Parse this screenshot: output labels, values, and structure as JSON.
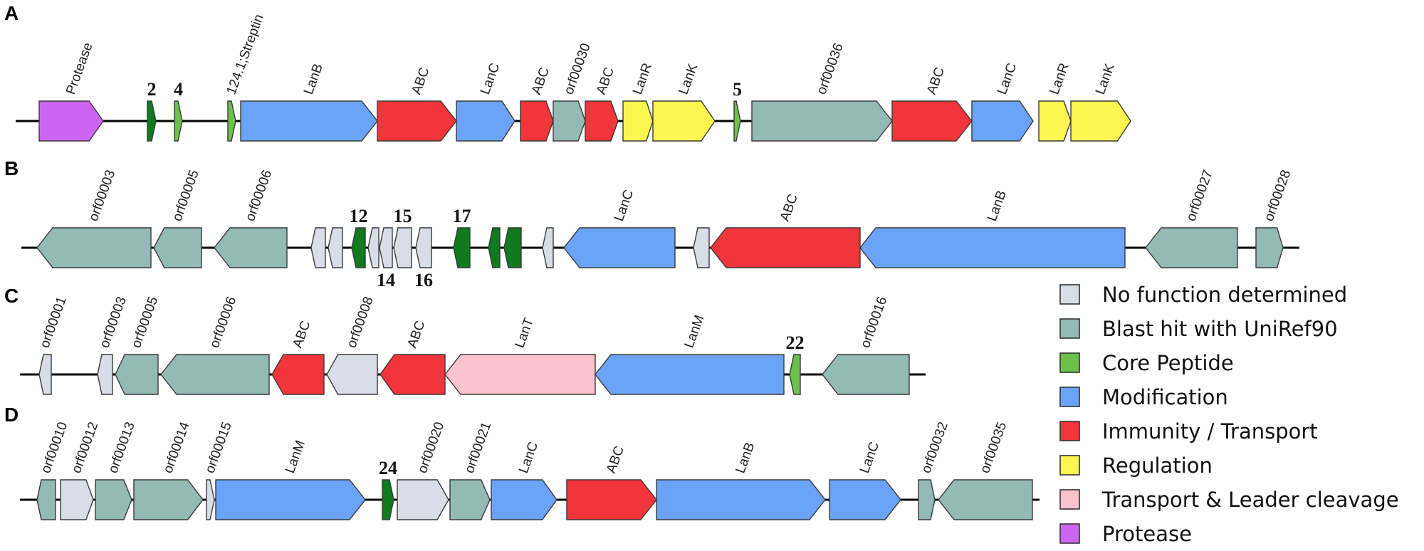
{
  "colors": {
    "nofunc": "#d9dde8",
    "blast": "#93bab4",
    "core": "#6cc14a",
    "core_dark": "#0f7a1e",
    "mod": "#6aa3f7",
    "imm": "#f2353a",
    "reg": "#fbf64f",
    "trans": "#fcc2cd",
    "prot": "#cc66f2"
  },
  "rows": [
    {
      "id": "A",
      "letter": "A",
      "genes": [
        {
          "label": "Protease",
          "cat": "prot",
          "dir": 1
        },
        {
          "label": "",
          "cat": "core_dark",
          "dir": 1,
          "num": "2"
        },
        {
          "label": "",
          "cat": "core",
          "dir": 1,
          "num": "4"
        },
        {
          "label": "124.1;Streptin",
          "cat": "core",
          "dir": 1
        },
        {
          "label": "LanB",
          "cat": "mod",
          "dir": 1
        },
        {
          "label": "ABC",
          "cat": "imm",
          "dir": 1
        },
        {
          "label": "LanC",
          "cat": "mod",
          "dir": 1
        },
        {
          "label": "ABC",
          "cat": "imm",
          "dir": 1
        },
        {
          "label": "orf00030",
          "cat": "blast",
          "dir": 1
        },
        {
          "label": "ABC",
          "cat": "imm",
          "dir": 1
        },
        {
          "label": "LanR",
          "cat": "reg",
          "dir": 1
        },
        {
          "label": "LanK",
          "cat": "reg",
          "dir": 1
        },
        {
          "label": "",
          "cat": "core",
          "dir": 1,
          "num": "5"
        },
        {
          "label": "orf00036",
          "cat": "blast",
          "dir": 1
        },
        {
          "label": "ABC",
          "cat": "imm",
          "dir": 1
        },
        {
          "label": "LanC",
          "cat": "mod",
          "dir": 1
        },
        {
          "label": "LanR",
          "cat": "reg",
          "dir": 1
        },
        {
          "label": "LanK",
          "cat": "reg",
          "dir": 1
        }
      ]
    },
    {
      "id": "B",
      "letter": "B",
      "genes": [
        {
          "label": "orf00003",
          "cat": "blast",
          "dir": -1
        },
        {
          "label": "orf00005",
          "cat": "blast",
          "dir": -1
        },
        {
          "label": "orf00006",
          "cat": "blast",
          "dir": -1
        },
        {
          "label": "",
          "cat": "nofunc",
          "dir": -1
        },
        {
          "label": "",
          "cat": "nofunc",
          "dir": -1
        },
        {
          "label": "",
          "cat": "core_dark",
          "dir": -1,
          "num": "12"
        },
        {
          "label": "",
          "cat": "nofunc",
          "dir": -1
        },
        {
          "label": "",
          "cat": "nofunc",
          "dir": -1,
          "num_below": "14"
        },
        {
          "label": "",
          "cat": "nofunc",
          "dir": -1,
          "num": "15"
        },
        {
          "label": "",
          "cat": "nofunc",
          "dir": -1,
          "num_below": "16"
        },
        {
          "label": "",
          "cat": "core_dark",
          "dir": -1,
          "num": "17"
        },
        {
          "label": "",
          "cat": "core_dark",
          "dir": -1
        },
        {
          "label": "",
          "cat": "core_dark",
          "dir": -1
        },
        {
          "label": "",
          "cat": "nofunc",
          "dir": -1
        },
        {
          "label": "LanC",
          "cat": "mod",
          "dir": -1
        },
        {
          "label": "",
          "cat": "nofunc",
          "dir": -1
        },
        {
          "label": "ABC",
          "cat": "imm",
          "dir": -1
        },
        {
          "label": "LanB",
          "cat": "mod",
          "dir": -1
        },
        {
          "label": "orf00027",
          "cat": "blast",
          "dir": -1
        },
        {
          "label": "orf00028",
          "cat": "blast",
          "dir": 1
        }
      ]
    },
    {
      "id": "C",
      "letter": "C",
      "genes": [
        {
          "label": "orf00001",
          "cat": "nofunc",
          "dir": -1
        },
        {
          "label": "orf00003",
          "cat": "nofunc",
          "dir": -1
        },
        {
          "label": "orf00005",
          "cat": "blast",
          "dir": -1
        },
        {
          "label": "orf00006",
          "cat": "blast",
          "dir": -1
        },
        {
          "label": "ABC",
          "cat": "imm",
          "dir": -1
        },
        {
          "label": "orf00008",
          "cat": "nofunc",
          "dir": -1
        },
        {
          "label": "ABC",
          "cat": "imm",
          "dir": -1
        },
        {
          "label": "LanT",
          "cat": "trans",
          "dir": -1
        },
        {
          "label": "LanM",
          "cat": "mod",
          "dir": -1
        },
        {
          "label": "",
          "cat": "core",
          "dir": -1,
          "num": "22"
        },
        {
          "label": "orf00016",
          "cat": "blast",
          "dir": -1
        }
      ]
    },
    {
      "id": "D",
      "letter": "D",
      "genes": [
        {
          "label": "orf00010",
          "cat": "blast",
          "dir": -1
        },
        {
          "label": "orf00012",
          "cat": "nofunc",
          "dir": 1
        },
        {
          "label": "orf00013",
          "cat": "blast",
          "dir": 1
        },
        {
          "label": "orf00014",
          "cat": "blast",
          "dir": 1
        },
        {
          "label": "orf00015",
          "cat": "nofunc",
          "dir": 1
        },
        {
          "label": "LanM",
          "cat": "mod",
          "dir": 1
        },
        {
          "label": "",
          "cat": "core_dark",
          "dir": 1,
          "num": "24"
        },
        {
          "label": "orf00020",
          "cat": "nofunc",
          "dir": 1
        },
        {
          "label": "orf00021",
          "cat": "blast",
          "dir": 1
        },
        {
          "label": "LanC",
          "cat": "mod",
          "dir": 1
        },
        {
          "label": "ABC",
          "cat": "imm",
          "dir": 1
        },
        {
          "label": "LanB",
          "cat": "mod",
          "dir": 1
        },
        {
          "label": "LanC",
          "cat": "mod",
          "dir": 1
        },
        {
          "label": "orf00032",
          "cat": "blast",
          "dir": 1
        },
        {
          "label": "orf00035",
          "cat": "blast",
          "dir": -1
        }
      ]
    }
  ],
  "legend": [
    {
      "label": "No function determined",
      "cat": "nofunc"
    },
    {
      "label": "Blast hit with UniRef90",
      "cat": "blast"
    },
    {
      "label": "Core Peptide",
      "cat": "core"
    },
    {
      "label": "Modification",
      "cat": "mod"
    },
    {
      "label": "Immunity / Transport",
      "cat": "imm"
    },
    {
      "label": "Regulation",
      "cat": "reg"
    },
    {
      "label": "Transport & Leader cleavage",
      "cat": "trans"
    },
    {
      "label": "Protease",
      "cat": "prot"
    }
  ]
}
